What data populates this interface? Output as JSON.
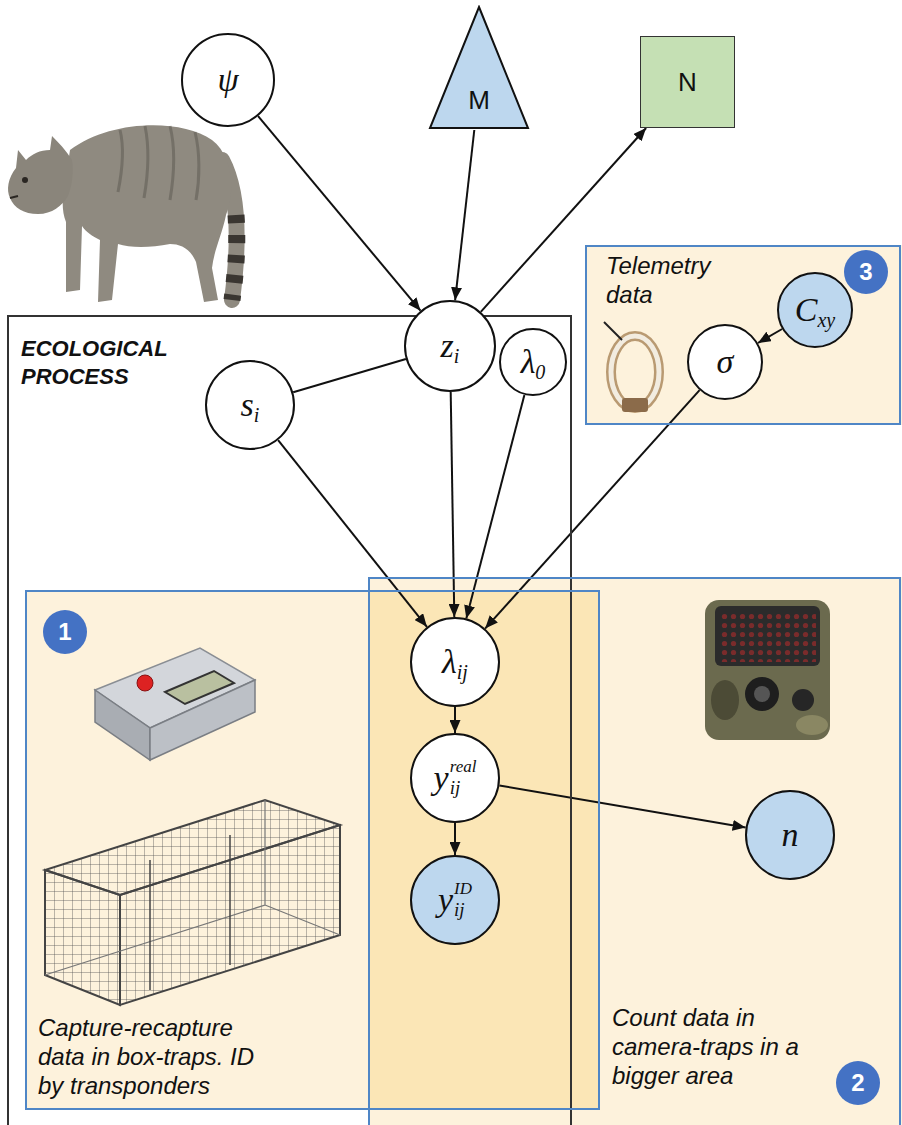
{
  "diagram": {
    "nodes": [
      {
        "text": [
          "ψ"
        ]
      },
      {
        "text": [
          "M"
        ]
      },
      {
        "text": [
          "N"
        ]
      },
      {
        "text": [
          "ECOLOGICAL PROCESS"
        ]
      },
      {
        "text": [
          "z",
          "i"
        ],
        "in": 3
      },
      {
        "text": [
          "s",
          "i"
        ],
        "in": 3
      },
      {
        "text": [
          "Telemetry data"
        ]
      },
      {
        "text": [
          "3"
        ],
        "in": 6
      },
      {
        "text": [
          "C",
          "xy"
        ],
        "in": 6
      },
      {
        "text": [
          "λ",
          "0"
        ]
      },
      {
        "text": [
          "σ"
        ],
        "in": 6
      },
      {
        "text": [
          "Capture-recapture data in box-traps. ID by transponders"
        ]
      },
      {
        "text": [
          "1"
        ],
        "in": 11
      },
      {
        "text": [
          "Count data in camera-traps in a bigger area"
        ]
      },
      {
        "text": [
          "2"
        ],
        "in": 13
      },
      {
        "text": [
          "λ",
          "ij"
        ]
      },
      {
        "text": [
          "y",
          "real",
          "ij"
        ]
      },
      {
        "text": [
          "y",
          "ID",
          "ij"
        ]
      },
      {
        "text": [
          "n"
        ]
      }
    ],
    "edges": [
      {
        "from": 0,
        "to": 4,
        "arrow": "to"
      },
      {
        "from": 1,
        "to": 4,
        "arrow": "to"
      },
      {
        "from": 4,
        "to": 2,
        "arrow": "to"
      },
      {
        "from": 5,
        "to": 4,
        "arrow": "none"
      },
      {
        "from": 5,
        "to": 15,
        "arrow": "to"
      },
      {
        "from": 4,
        "to": 15,
        "arrow": "to"
      },
      {
        "from": 9,
        "to": 15,
        "arrow": "to"
      },
      {
        "from": 10,
        "to": 15,
        "arrow": "to"
      },
      {
        "from": 8,
        "to": 10,
        "arrow": "to"
      },
      {
        "from": 15,
        "to": 16,
        "arrow": "to"
      },
      {
        "from": 16,
        "to": 17,
        "arrow": "to"
      },
      {
        "from": 16,
        "to": 18,
        "arrow": "to"
      }
    ]
  }
}
